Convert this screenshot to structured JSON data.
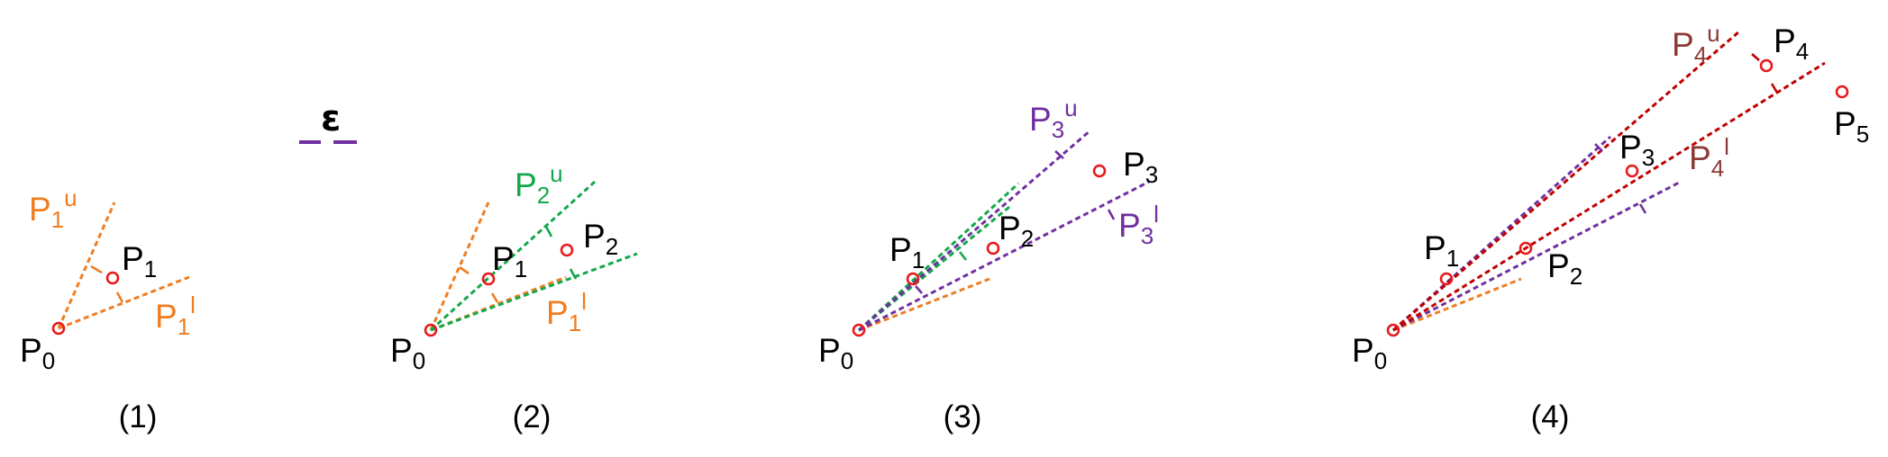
{
  "colors": {
    "orange": "#ef7d22",
    "green": "#14a84a",
    "purple": "#7030a0",
    "darkred": "#c00000",
    "brown": "#8b3a35",
    "point": "#e8191b",
    "black": "#000000"
  },
  "legend": {
    "epsilon_symbol": "ε"
  },
  "panels": [
    {
      "caption": "(1)",
      "labels": {
        "p0": "P",
        "p0_sub": "0",
        "p1": "P",
        "p1_sub": "1",
        "p1u": "P",
        "p1u_sub": "1",
        "p1u_sup": "u",
        "p1l": "P",
        "p1l_sub": "1",
        "p1l_sup": "l"
      }
    },
    {
      "caption": "(2)",
      "labels": {
        "p0": "P",
        "p0_sub": "0",
        "p1": "P",
        "p1_sub": "1",
        "p2": "P",
        "p2_sub": "2",
        "p2u": "P",
        "p2u_sub": "2",
        "p2u_sup": "u",
        "p1l": "P",
        "p1l_sub": "1",
        "p1l_sup": "l"
      }
    },
    {
      "caption": "(3)",
      "labels": {
        "p0": "P",
        "p0_sub": "0",
        "p1": "P",
        "p1_sub": "1",
        "p2": "P",
        "p2_sub": "2",
        "p3": "P",
        "p3_sub": "3",
        "p3u": "P",
        "p3u_sub": "3",
        "p3u_sup": "u",
        "p3l": "P",
        "p3l_sub": "3",
        "p3l_sup": "l"
      }
    },
    {
      "caption": "(4)",
      "labels": {
        "p0": "P",
        "p0_sub": "0",
        "p1": "P",
        "p1_sub": "1",
        "p2": "P",
        "p2_sub": "2",
        "p3": "P",
        "p3_sub": "3",
        "p4": "P",
        "p4_sub": "4",
        "p5": "P",
        "p5_sub": "5",
        "p4u": "P",
        "p4u_sub": "4",
        "p4u_sup": "u",
        "p4l": "P",
        "p4l_sub": "4",
        "p4l_sup": "l"
      }
    }
  ]
}
